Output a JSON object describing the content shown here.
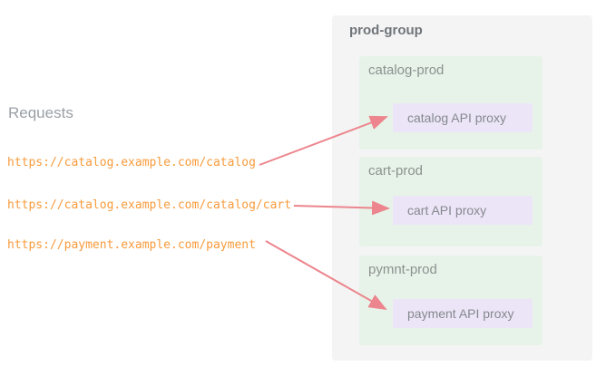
{
  "requests": {
    "title": "Requests",
    "urls": [
      {
        "url": "https://catalog.example.com/catalog"
      },
      {
        "url": "https://catalog.example.com/catalog/cart"
      },
      {
        "url": "https://payment.example.com/payment"
      }
    ]
  },
  "prod_group": {
    "title": "prod-group",
    "environments": [
      {
        "label": "catalog-prod",
        "proxy": "catalog API proxy"
      },
      {
        "label": "cart-prod",
        "proxy": "cart API proxy"
      },
      {
        "label": "pymnt-prod",
        "proxy": "payment API proxy"
      }
    ]
  },
  "arrows": [
    {
      "from": "https://catalog.example.com/catalog",
      "to": "catalog API proxy"
    },
    {
      "from": "https://catalog.example.com/catalog/cart",
      "to": "cart API proxy"
    },
    {
      "from": "https://payment.example.com/payment",
      "to": "payment API proxy"
    }
  ],
  "colors": {
    "page_bg": "#ffffff",
    "group_bg": "#f4f4f4",
    "env_bg": "#e7f3e8",
    "proxy_bg": "#ece5f7",
    "title_text": "#70757a",
    "env_text": "#8b9190",
    "proxy_text": "#85898e",
    "requests_text": "#9aa0a6",
    "url_text": "#f89b3c",
    "arrow": "#ec858d"
  }
}
